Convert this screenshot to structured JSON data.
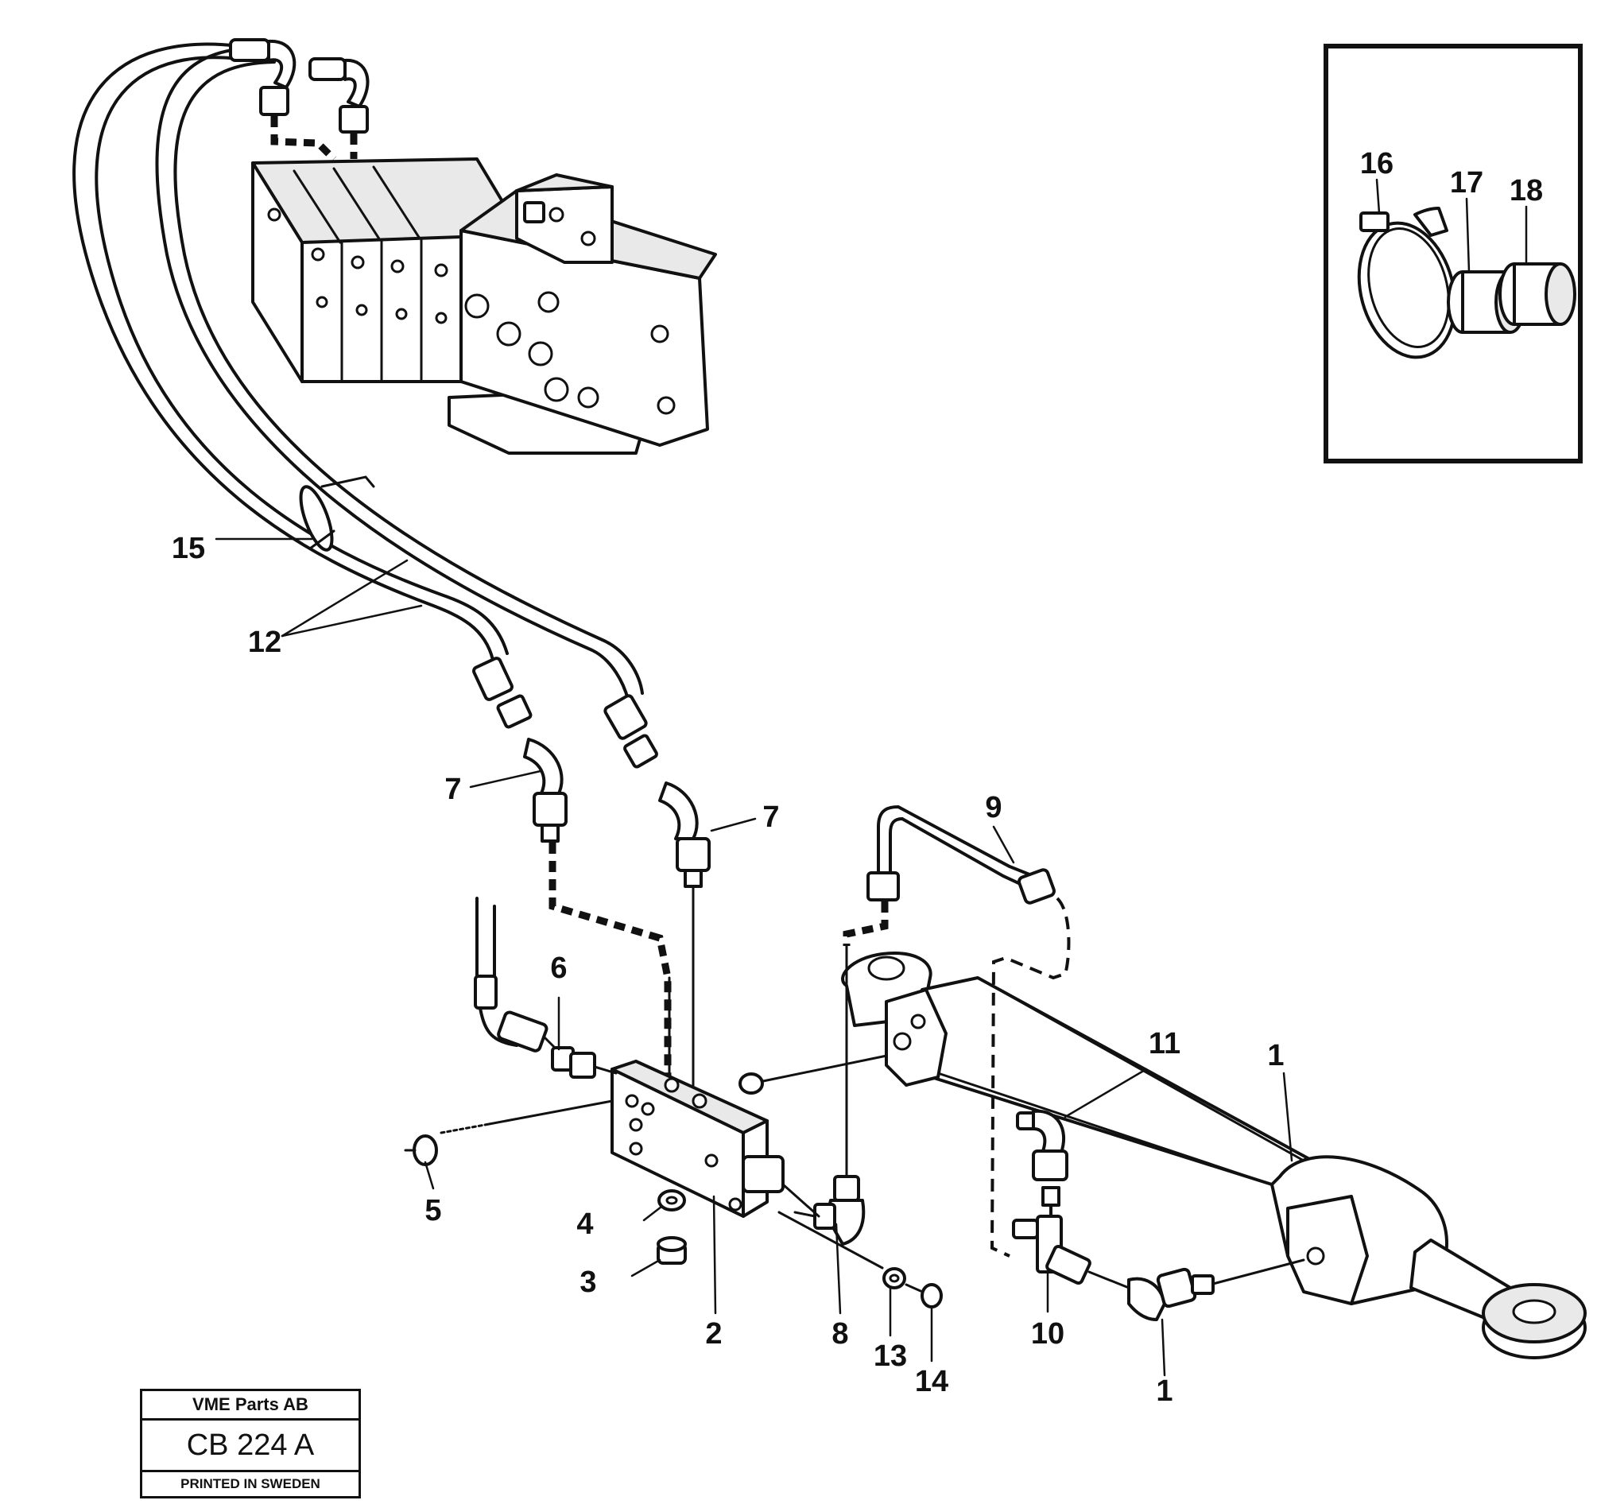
{
  "callouts": [
    {
      "id": "c1a",
      "label": "1"
    },
    {
      "id": "c1b",
      "label": "1"
    },
    {
      "id": "c2",
      "label": "2"
    },
    {
      "id": "c3",
      "label": "3"
    },
    {
      "id": "c4",
      "label": "4"
    },
    {
      "id": "c5",
      "label": "5"
    },
    {
      "id": "c6",
      "label": "6"
    },
    {
      "id": "c7a",
      "label": "7"
    },
    {
      "id": "c7b",
      "label": "7"
    },
    {
      "id": "c8",
      "label": "8"
    },
    {
      "id": "c9",
      "label": "9"
    },
    {
      "id": "c10",
      "label": "10"
    },
    {
      "id": "c11",
      "label": "11"
    },
    {
      "id": "c12",
      "label": "12"
    },
    {
      "id": "c13",
      "label": "13"
    },
    {
      "id": "c14",
      "label": "14"
    },
    {
      "id": "c15",
      "label": "15"
    },
    {
      "id": "c16",
      "label": "16"
    },
    {
      "id": "c17",
      "label": "17"
    },
    {
      "id": "c18",
      "label": "18"
    }
  ],
  "stamp": {
    "company": "VME Parts AB",
    "code": "CB 224 A",
    "printed": "PRINTED IN SWEDEN"
  }
}
